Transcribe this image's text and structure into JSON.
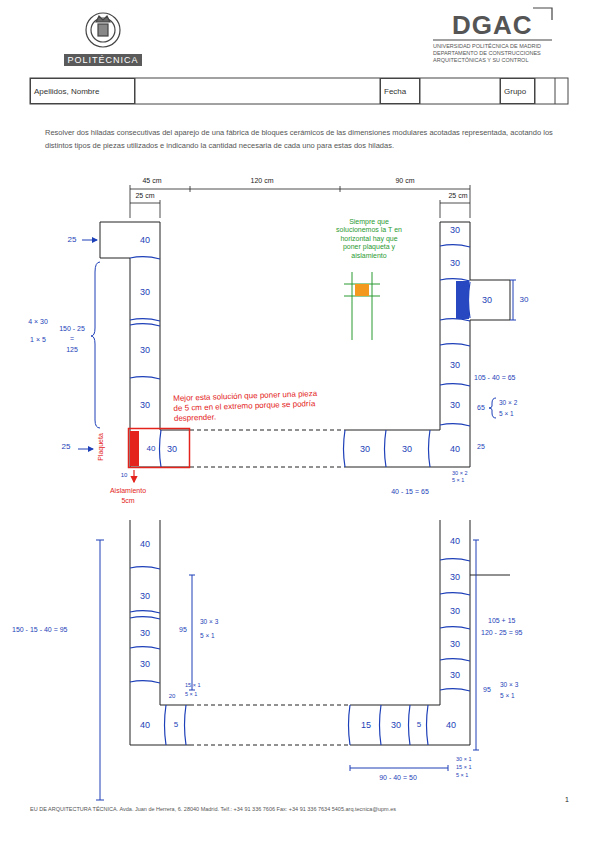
{
  "diagram": {
    "nodes": [
      {
        "text": [
          "Apellidos, Nombre"
        ]
      },
      {
        "text": [
          "Fecha"
        ]
      },
      {
        "text": [
          "Grupo"
        ]
      }
    ],
    "labels": [
      "POLITÉCNICA",
      "DGAC",
      "UNIVERSIDAD POLITÉCNICA DE MADRID",
      "DEPARTAMENTO DE CONSTRUCCIONES",
      "ARQUITECTÓNICAS Y SU CONTROL",
      "Resolver dos hiladas consecutivas del aparejo de una fábrica de bloques cerámicos de las dimensiones modulares acotadas representada, acotando los distintos tipos de piezas utilizados e indicando la cantidad necesaria de cada uno para estas dos hiladas.",
      "45 cm",
      "120 cm",
      "90 cm",
      "25 cm",
      "25 cm",
      "25",
      "40",
      "30",
      "30",
      "30",
      "4 × 30",
      "1 × 5",
      "150 - 25",
      "=",
      "125",
      "25",
      "Plaqueta",
      "40",
      "30",
      "10",
      "Aislamiento",
      "5cm",
      "Mejor esta solución que poner una pieza de 5 cm en el extremo porque se podría desprender.",
      "30",
      "30",
      "40",
      "Siempre que solucionemos la T en horizontal hay que poner plaqueta y aislamiento",
      "30",
      "30",
      "30",
      "30",
      "30",
      "30",
      "105 - 40 = 65",
      "65",
      "30 × 2",
      "5 × 1",
      "25",
      "30 × 2",
      "5 × 1",
      "40 - 15 = 65",
      "40",
      "30",
      "30",
      "30",
      "40",
      "5",
      "150 - 15 - 40 = 95",
      "95",
      "30 × 3",
      "5 × 1",
      "15 × 1",
      "5 × 1",
      "20",
      "40",
      "30",
      "30",
      "30",
      "30",
      "15",
      "30",
      "5",
      "40",
      "105 + 15",
      "120 - 25 = 95",
      "95",
      "30 × 3",
      "5 × 1",
      "90 - 40 = 50",
      "30 × 1",
      "15 × 1",
      "5 × 1",
      "EU DE ARQUITECTURA TÉCNICA. Avda. Juan de Herrera, 6. 28040 Madrid. Telf.: +34 91 336 7606 Fax: +34 91 336 7634 5405.arq.tecnica@upm.es",
      "1"
    ]
  }
}
